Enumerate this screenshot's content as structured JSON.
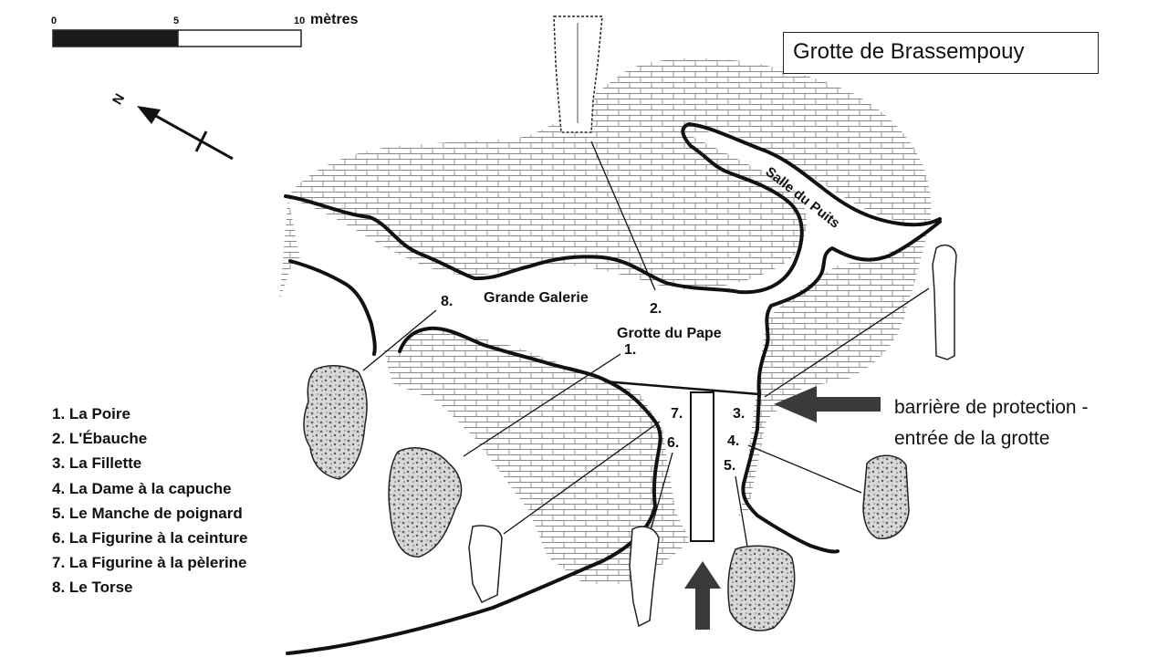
{
  "title": "Grotte de Brassempouy",
  "scale": {
    "ticks": [
      "0",
      "5",
      "10"
    ],
    "unit": "mètres"
  },
  "north_label": "N",
  "areas": {
    "salle_du_puits": "Salle du Puits",
    "grande_galerie": "Grande Galerie",
    "grotte_du_pape": "Grotte du Pape"
  },
  "markers": [
    "1.",
    "2.",
    "3.",
    "4.",
    "5.",
    "6.",
    "7.",
    "8."
  ],
  "legend": [
    "1. La Poire",
    "2. L'Ébauche",
    "3. La Fillette",
    "4. La Dame à la capuche",
    "5. Le Manche de poignard",
    "6. La Figurine à la ceinture",
    "7. La Figurine à la pèlerine",
    "8. Le Torse"
  ],
  "barrier_note": {
    "line1": "barrière de protection -",
    "line2": "entrée de la grotte"
  }
}
